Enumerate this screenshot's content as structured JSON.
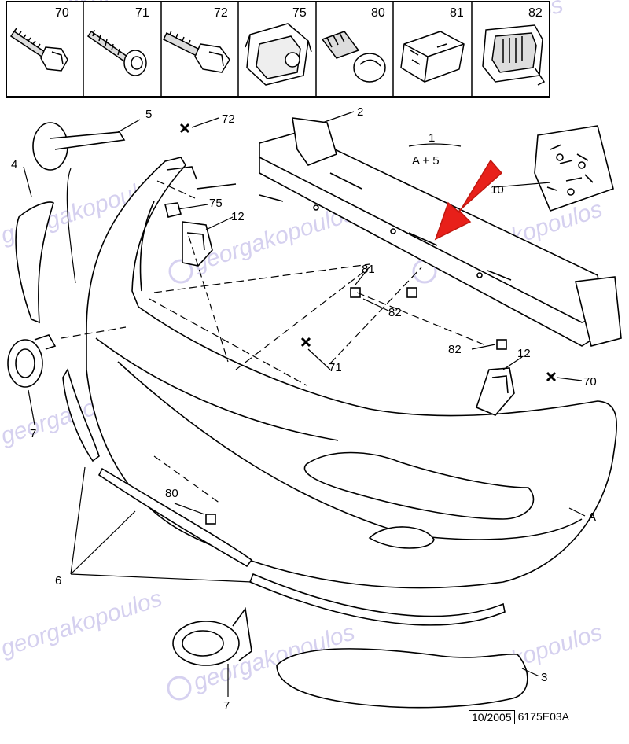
{
  "legend": {
    "cells": [
      {
        "number": "70",
        "icon": "bolt-icon"
      },
      {
        "number": "71",
        "icon": "screw-icon"
      },
      {
        "number": "72",
        "icon": "hex-bolt-icon"
      },
      {
        "number": "75",
        "icon": "bracket-clip-icon"
      },
      {
        "number": "80",
        "icon": "push-rivet-icon"
      },
      {
        "number": "81",
        "icon": "cage-nut-icon"
      },
      {
        "number": "82",
        "icon": "snap-clip-icon"
      }
    ]
  },
  "callouts": {
    "c1": "1",
    "c1_sub": "A + 5",
    "c2": "2",
    "c3": "3",
    "c4": "4",
    "c5": "5",
    "c6": "6",
    "c7a": "7",
    "c7b": "7",
    "c10": "10",
    "c12a": "12",
    "c12b": "12",
    "c70": "70",
    "c71": "71",
    "c72": "72",
    "c75": "75",
    "c80": "80",
    "c81": "81",
    "c82a": "82",
    "c82b": "82",
    "cA": "A"
  },
  "watermark": {
    "text": "georgakopoulos",
    "color": "#6a5ac8"
  },
  "highlight": {
    "arrow_color": "#e8201a"
  },
  "footer": {
    "date": "10/2005",
    "code": "6175E03A"
  }
}
